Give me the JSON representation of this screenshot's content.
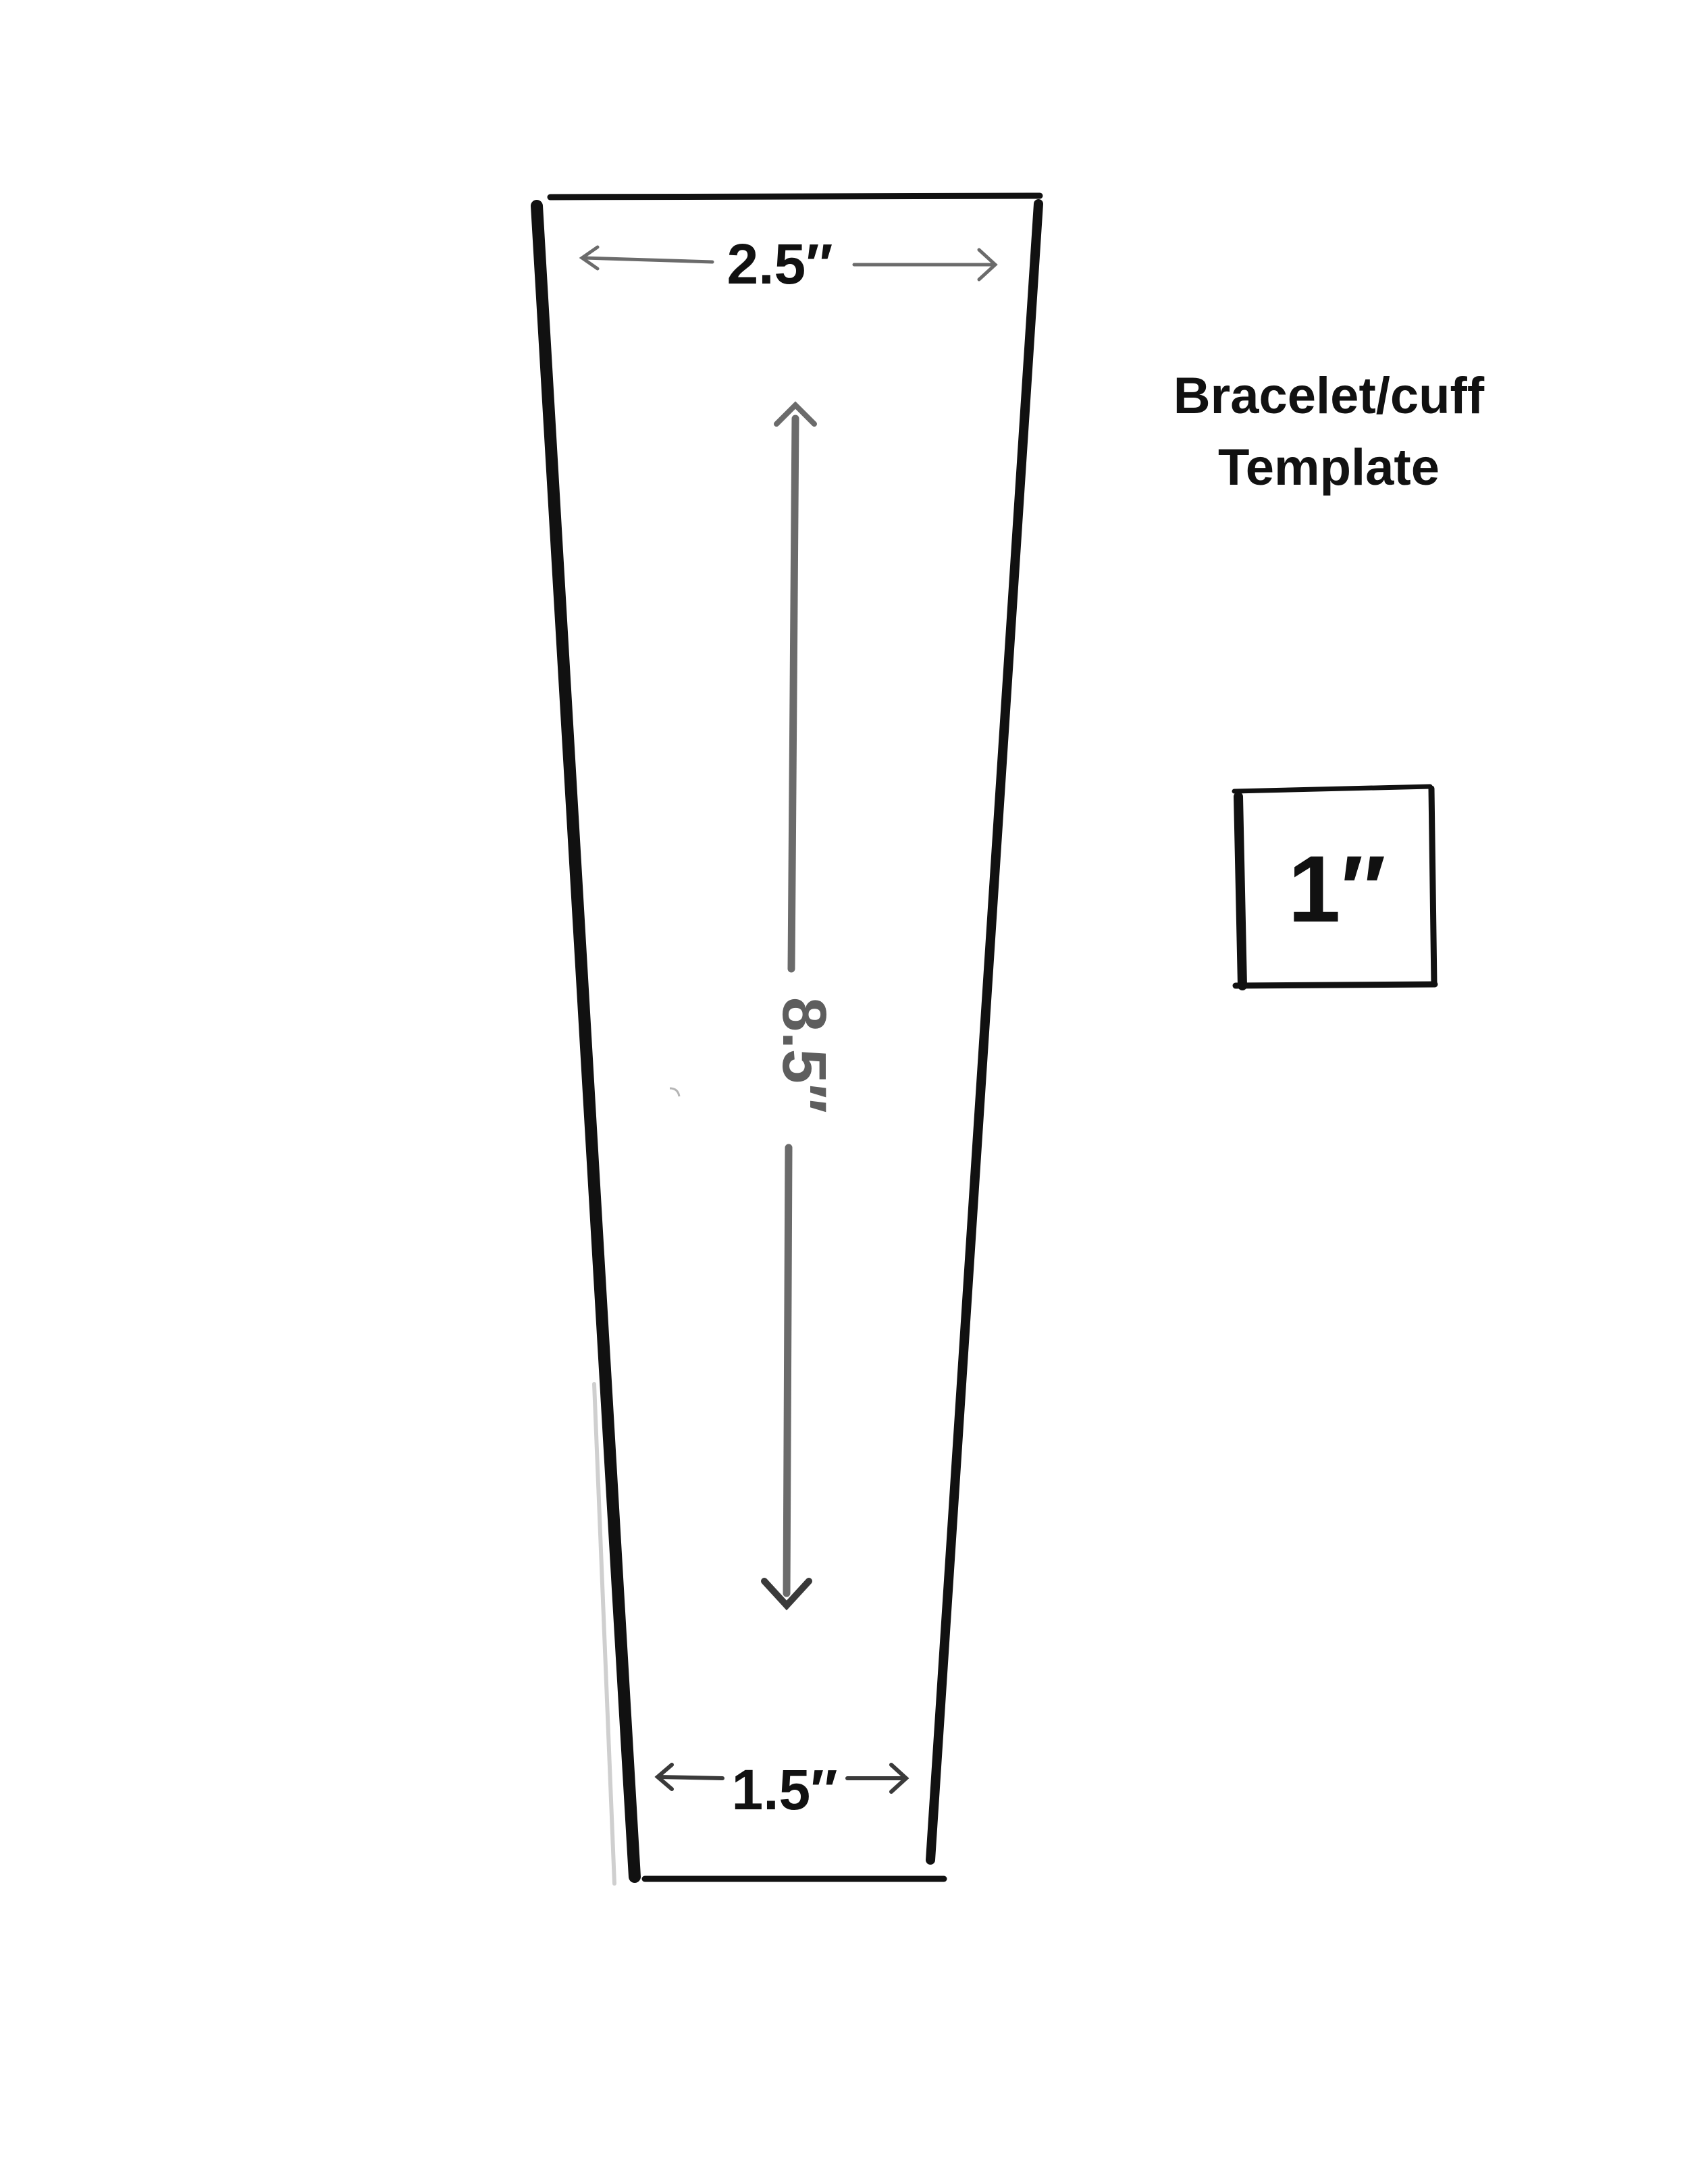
{
  "title": {
    "line1": "Bracelet/cuff",
    "line2": "Template"
  },
  "dimensions": {
    "top_width": "2.5″",
    "length": "8.5″",
    "bottom_width": "1.5″",
    "scale_square": "1″"
  },
  "colors": {
    "outline": "#111111",
    "arrow": "#6b6b6b",
    "label_dark": "#111111",
    "label_gray": "#5e5e5e",
    "background": "#ffffff"
  }
}
